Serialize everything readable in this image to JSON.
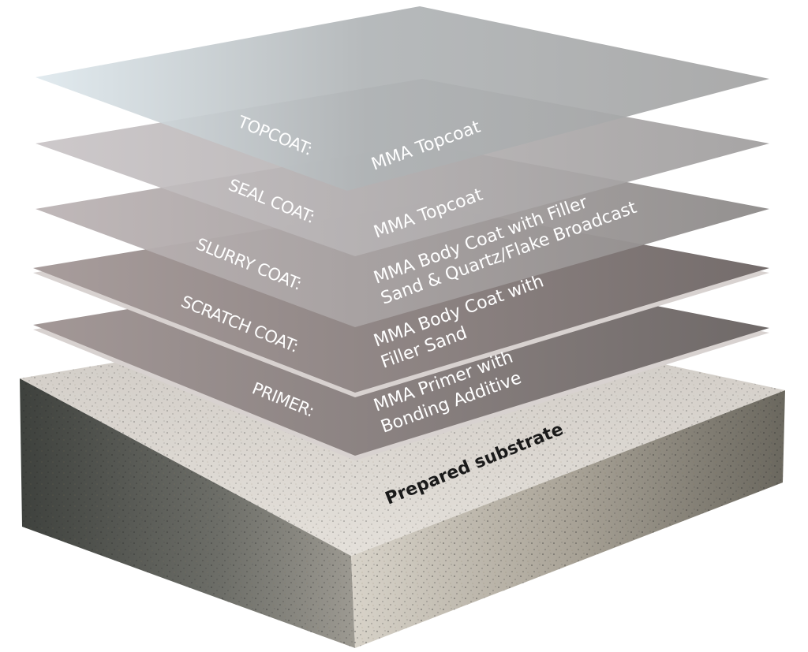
{
  "diagram": {
    "type": "exploded-layer-stack",
    "layers": [
      {
        "name": "TOPCOAT:",
        "material": [
          "MMA Topcoat"
        ],
        "color": "#a9acad"
      },
      {
        "name": "SEAL COAT:",
        "material": [
          "MMA Topcoat"
        ],
        "color": "#a9a5a6"
      },
      {
        "name": "SLURRY COAT:",
        "material": [
          "MMA Body Coat with Filler",
          "Sand & Quartz/Flake Broadcast"
        ],
        "color": "#9e9697"
      },
      {
        "name": "SCRATCH COAT:",
        "material": [
          "MMA Body Coat with",
          "Filler Sand"
        ],
        "color": "#8c8282"
      },
      {
        "name": "PRIMER:",
        "material": [
          "MMA Primer with",
          "Bonding Additive"
        ],
        "color": "#877d7c"
      }
    ],
    "substrate": {
      "label": "Prepared substrate",
      "top_color": "#d6d2cc",
      "left_side_color": "#4a4d49",
      "right_side_color": "#b9b3a8"
    }
  }
}
